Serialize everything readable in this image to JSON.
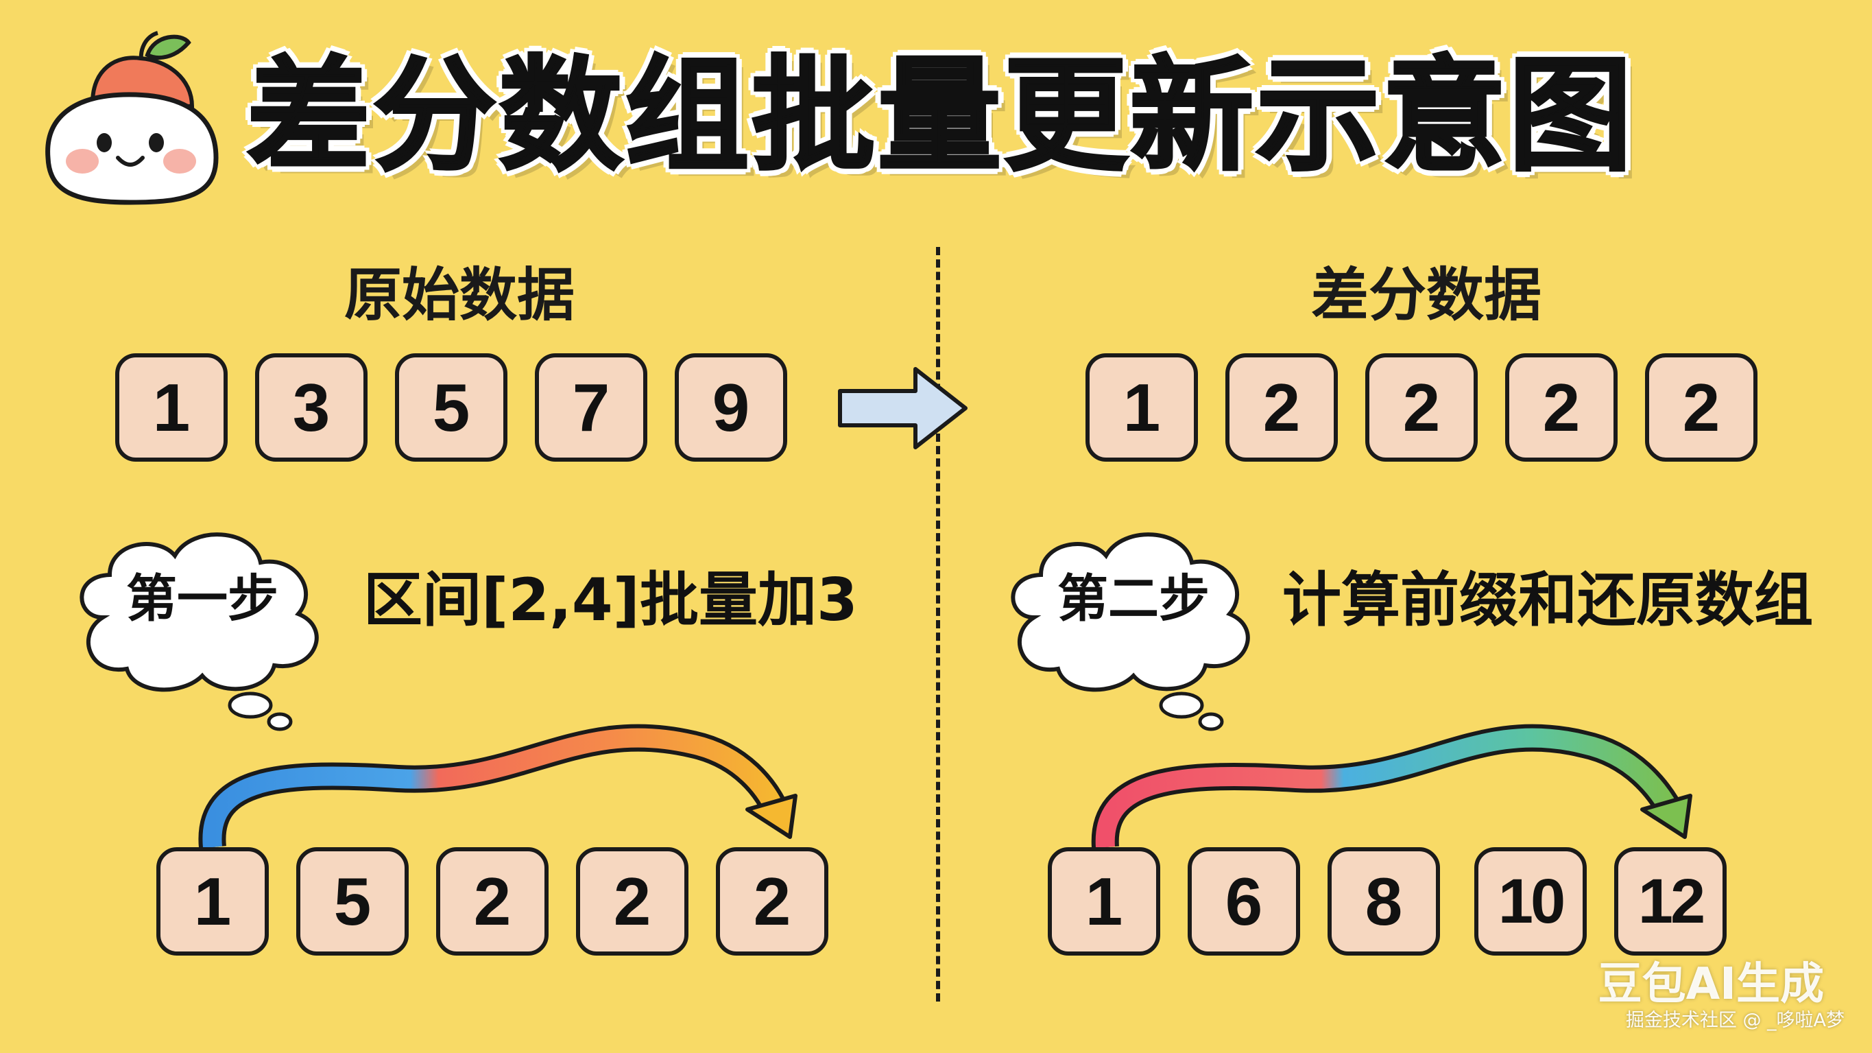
{
  "title": "差分数组批量更新示意图",
  "left": {
    "label": "原始数据",
    "values": [
      "1",
      "3",
      "5",
      "7",
      "9"
    ],
    "step_badge": "第一步",
    "step_text": "区间[2,4]批量加3",
    "result_values": [
      "1",
      "5",
      "2",
      "2",
      "2"
    ]
  },
  "right": {
    "label": "差分数据",
    "values": [
      "1",
      "2",
      "2",
      "2",
      "2"
    ],
    "step_badge": "第二步",
    "step_text": "计算前缀和还原数组",
    "result_values": [
      "1",
      "6",
      "8",
      "10",
      "12"
    ]
  },
  "watermark": {
    "main": "豆包AI生成",
    "sub": "掘金技术社区 @ _哆啦A梦"
  },
  "colors": {
    "background": "#F8DA66",
    "cell_fill": "#F6D7C0",
    "arrow_fill": "#CFE0F2",
    "outline": "#1a1a1a"
  }
}
